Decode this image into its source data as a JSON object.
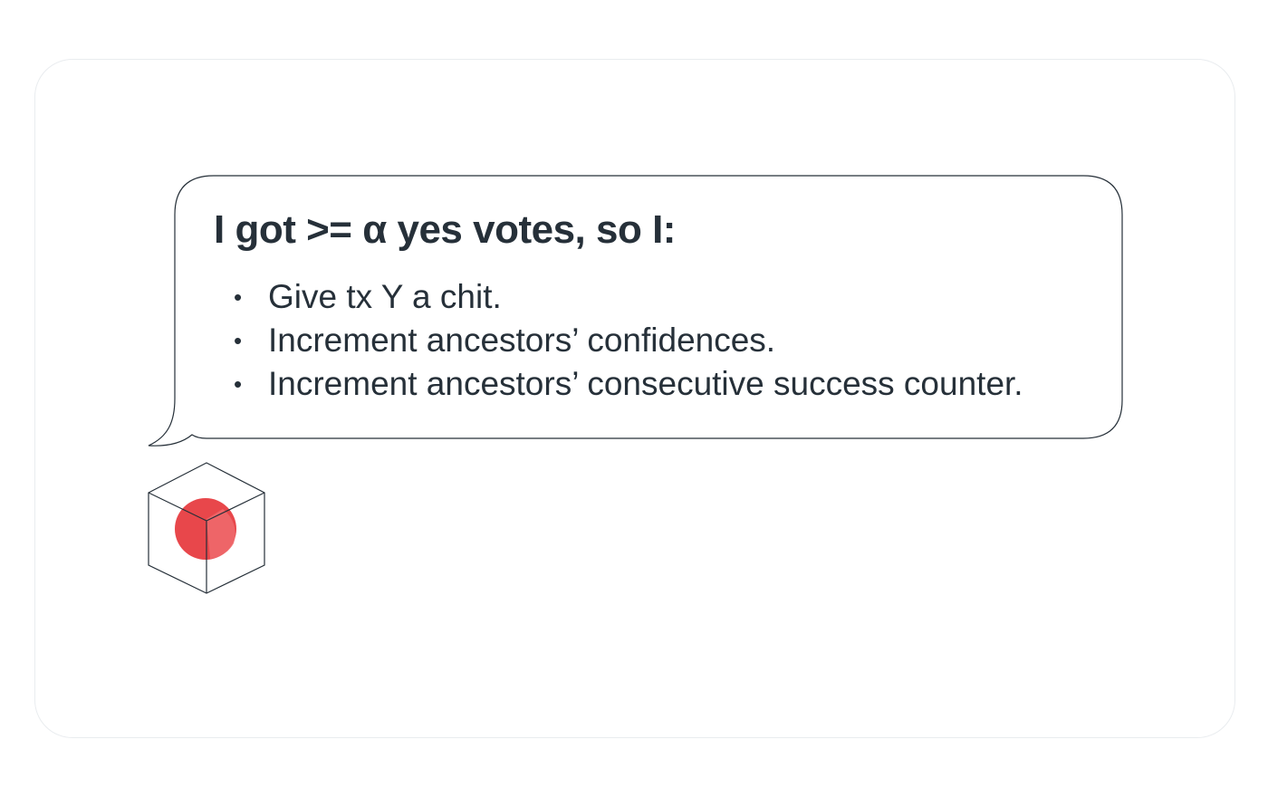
{
  "bubble": {
    "title": "I got >= α yes votes, so I:",
    "items": [
      "Give tx Y a chit.",
      "Increment ancestors’ confidences.",
      "Increment ancestors’ consecutive success counter."
    ]
  },
  "node": {
    "icon": "cube-with-red-sphere-icon",
    "sphere_color": "#e8474b"
  }
}
